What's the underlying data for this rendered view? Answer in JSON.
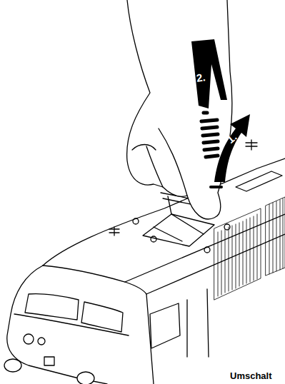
{
  "diagram": {
    "labels": [
      "2.",
      "1.",
      "Umschalt"
    ]
  }
}
